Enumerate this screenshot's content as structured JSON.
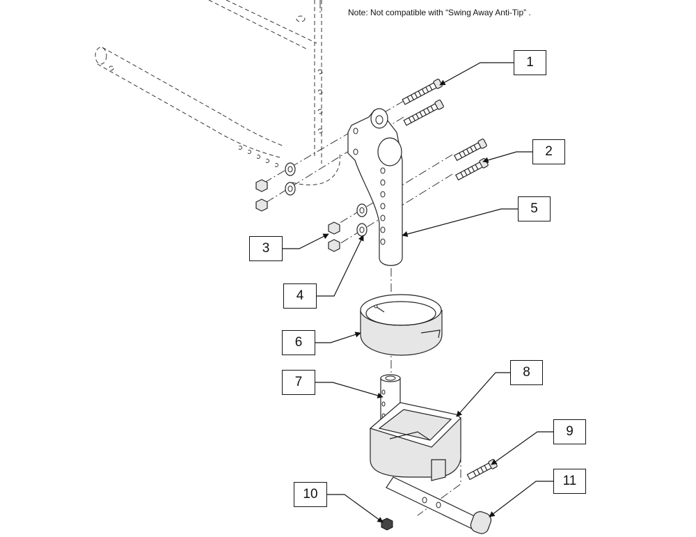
{
  "note": "Note: Not compatible with “Swing Away Anti-Tip” .",
  "callouts": {
    "c1": "1",
    "c2": "2",
    "c3": "3",
    "c4": "4",
    "c5": "5",
    "c6": "6",
    "c7": "7",
    "c8": "8",
    "c9": "9",
    "c10": "10",
    "c11": "11"
  }
}
